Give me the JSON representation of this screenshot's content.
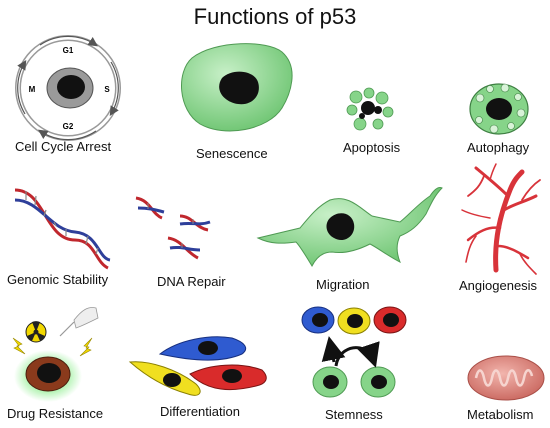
{
  "title": "Functions of p53",
  "cycle_phases": {
    "g1": "G1",
    "s": "S",
    "g2": "G2",
    "m": "M"
  },
  "functions": [
    {
      "label": "Cell Cycle Arrest",
      "icon": "cell-cycle-icon"
    },
    {
      "label": "Senescence",
      "icon": "senescent-cell-icon"
    },
    {
      "label": "Apoptosis",
      "icon": "apoptotic-cell-icon"
    },
    {
      "label": "Autophagy",
      "icon": "autophagic-cell-icon"
    },
    {
      "label": "Genomic Stability",
      "icon": "dna-helix-icon"
    },
    {
      "label": "DNA Repair",
      "icon": "broken-dna-icon"
    },
    {
      "label": "Migration",
      "icon": "migrating-cell-icon"
    },
    {
      "label": "Angiogenesis",
      "icon": "blood-vessel-icon"
    },
    {
      "label": "Drug Resistance",
      "icon": "drug-resistant-cell-icon"
    },
    {
      "label": "Differentiation",
      "icon": "differentiated-cells-icon"
    },
    {
      "label": "Stemness",
      "icon": "stem-cells-icon"
    },
    {
      "label": "Metabolism",
      "icon": "mitochondrion-icon"
    }
  ],
  "colors": {
    "green_cell": "#86d489",
    "dna_red": "#c0272d",
    "dna_blue": "#2e3f9a",
    "vessel_red": "#d8333a",
    "mito_pink": "#d97f78",
    "warning_yellow": "#f2d800",
    "blue_cell": "#2f5bd0",
    "yellow_cell": "#f0df20",
    "red_cell": "#d92b2b",
    "brown_cell": "#8a3a1c"
  }
}
